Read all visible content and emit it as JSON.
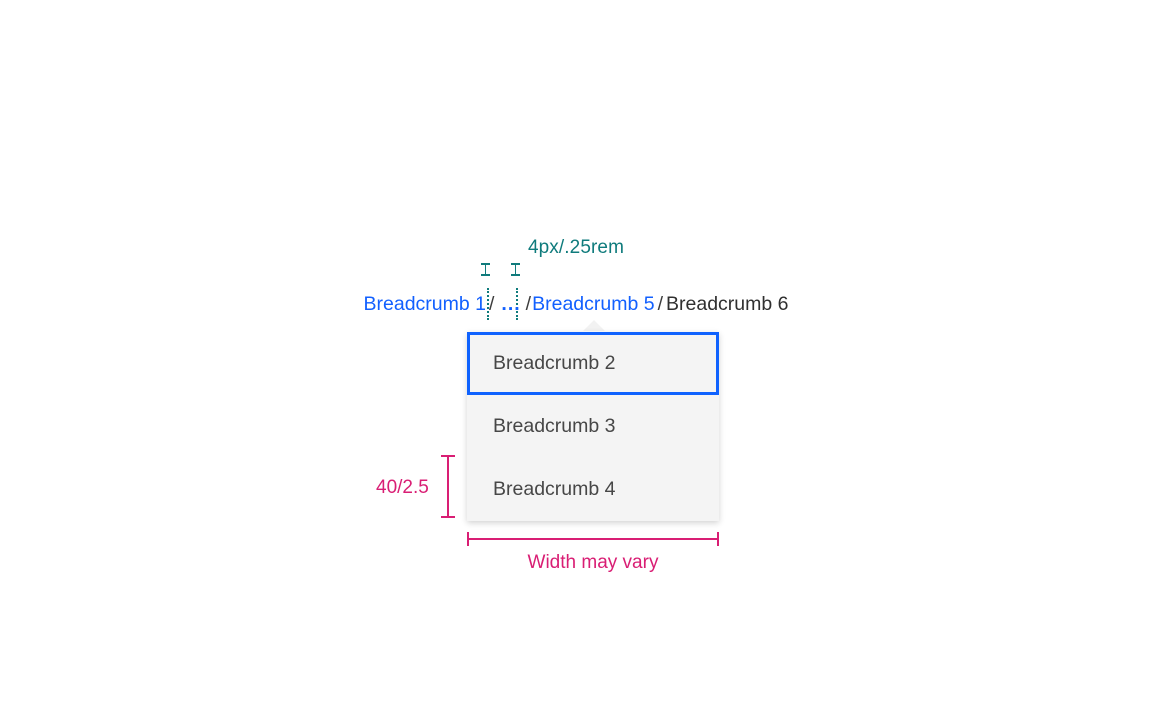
{
  "annotations": {
    "spacing": {
      "label": "4px/.25rem",
      "color": "#0f7b7c",
      "marker_icon": "i-beam-tick-icon",
      "guide_icon": "dotted-vertical-guide-icon"
    },
    "height": {
      "label": "40/2.5",
      "color": "#d91e74",
      "bracket_icon": "vertical-measure-bracket-icon"
    },
    "width": {
      "label": "Width may vary",
      "color": "#d91e74",
      "bracket_icon": "horizontal-measure-bracket-icon"
    }
  },
  "breadcrumb": {
    "separator": "/",
    "overflow_trigger": "...",
    "link_color": "#1260ff",
    "current_color": "#303030",
    "items": [
      {
        "label": "Breadcrumb 1",
        "type": "link"
      },
      {
        "label": "Breadcrumb 5",
        "type": "link"
      },
      {
        "label": "Breadcrumb 6",
        "type": "current"
      }
    ]
  },
  "overflow_menu": {
    "background": "#f4f4f4",
    "focus_color": "#0f62fe",
    "items": [
      {
        "label": "Breadcrumb 2",
        "focused": true
      },
      {
        "label": "Breadcrumb 3",
        "focused": false
      },
      {
        "label": "Breadcrumb 4",
        "focused": false
      }
    ]
  }
}
